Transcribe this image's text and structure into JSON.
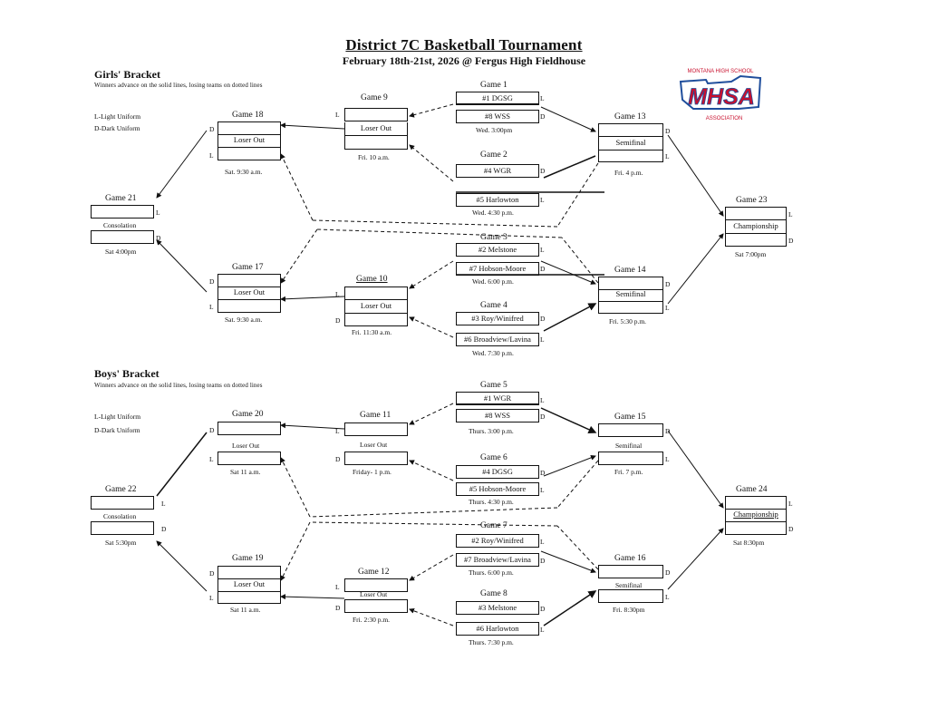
{
  "header": {
    "title": "District 7C Basketball Tournament",
    "subtitle": "February 18th-21st, 2026 @ Fergus High Fieldhouse"
  },
  "logo": {
    "text": "MHSA",
    "top_text": "MONTANA HIGH SCHOOL",
    "bottom_text": "ASSOCIATION",
    "color": "#c8102e",
    "accent": "#1f4e9c"
  },
  "girls": {
    "title": "Girls' Bracket",
    "note": "Winners advance on the solid lines, losing teams on dotted lines",
    "legend_light": "L-Light Uniform",
    "legend_dark": "D-Dark Uniform",
    "g1": {
      "label": "Game 1",
      "top": "#1 DGSG",
      "bottom": "#8 WSS",
      "time": "Wed. 3:00pm"
    },
    "g2": {
      "label": "Game 2",
      "top": "#4 WGR",
      "bottom": "#5 Harlowton",
      "time": "Wed. 4:30 p.m."
    },
    "g3": {
      "label": "Game 3",
      "top": "#2 Melstone",
      "bottom": "#7 Hobson-Moore",
      "time": "Wed. 6:00 p.m."
    },
    "g4": {
      "label": "Game 4",
      "top": "#3 Roy/Winifred",
      "bottom": "#6 Broadview/Lavina",
      "time": "Wed. 7:30 p.m."
    },
    "g9": {
      "label": "Game 9",
      "top": "",
      "bottom": "Loser Out",
      "time": "Fri. 10 a.m."
    },
    "g10": {
      "label": "Game 10",
      "top": "",
      "bottom": "Loser Out",
      "time": "Fri. 11:30 a.m."
    },
    "g13": {
      "label": "Game 13",
      "mid": "Semifinal",
      "time": "Fri. 4 p.m."
    },
    "g14": {
      "label": "Game 14",
      "mid": "Semifinal",
      "time": "Fri. 5:30 p.m."
    },
    "g17": {
      "label": "Game 17",
      "mid": "Loser Out",
      "time": "Sat. 9:30 a.m."
    },
    "g18": {
      "label": "Game 18",
      "mid": "Loser Out",
      "time": "Sat. 9:30 a.m."
    },
    "g21": {
      "label": "Game 21",
      "mid": "Consolation",
      "time": "Sat 4:00pm"
    },
    "g23": {
      "label": "Game 23",
      "mid": "Championship",
      "time": "Sat 7:00pm"
    }
  },
  "boys": {
    "title": "Boys' Bracket",
    "note": "Winners advance on the solid lines, losing teams on dotted lines",
    "legend_light": "L-Light Uniform",
    "legend_dark": "D-Dark Uniform",
    "g5": {
      "label": "Game 5",
      "top": "#1 WGR",
      "bottom": "#8 WSS",
      "time": "Thurs. 3:00 p.m."
    },
    "g6": {
      "label": "Game 6",
      "top": "#4 DGSG",
      "bottom": "#5 Hobson-Moore",
      "time": "Thurs. 4:30 p.m."
    },
    "g7": {
      "label": "Game 7",
      "top": "#2 Roy/Winifred",
      "bottom": "#7 Broadview/Lavina",
      "time": "Thurs. 6:00 p.m."
    },
    "g8": {
      "label": "Game 8",
      "top": "#3 Melstone",
      "bottom": "#6 Harlowton",
      "time": "Thurs. 7:30 p.m."
    },
    "g11": {
      "label": "Game 11",
      "mid": "Loser Out",
      "time": "Friday- 1 p.m."
    },
    "g12": {
      "label": "Game 12",
      "mid": "Loser Out",
      "time": "Fri. 2:30 p.m."
    },
    "g15": {
      "label": "Game 15",
      "mid": "Semifinal",
      "time": "Fri. 7 p.m."
    },
    "g16": {
      "label": "Game 16",
      "mid": "Semifinal",
      "time": "Fri. 8:30pm"
    },
    "g19": {
      "label": "Game 19",
      "mid": "Loser Out",
      "time": "Sat 11 a.m."
    },
    "g20": {
      "label": "Game 20",
      "mid": "Loser Out",
      "time": "Sat  11 a.m."
    },
    "g22": {
      "label": "Game 22",
      "mid": "Consolation",
      "time": "Sat 5:30pm"
    },
    "g24": {
      "label": "Game 24",
      "mid": "Championship",
      "time": "Sat 8:30pm"
    }
  },
  "side": {
    "L": "L",
    "D": "D"
  }
}
